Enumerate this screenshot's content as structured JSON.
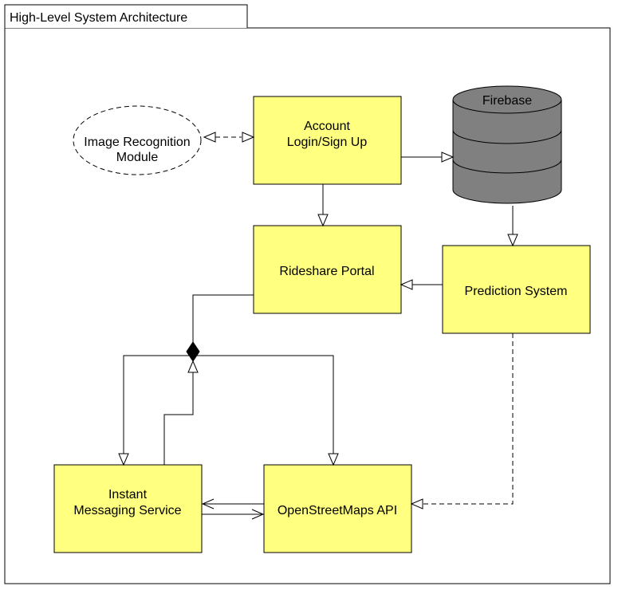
{
  "frame": {
    "title": "High-Level System Architecture"
  },
  "nodes": {
    "image_recognition": {
      "line1": "Image Recognition",
      "line2": "Module"
    },
    "account": {
      "line1": "Account",
      "line2": "Login/Sign Up"
    },
    "firebase": {
      "label": "Firebase"
    },
    "rideshare_portal": {
      "label": "Rideshare Portal"
    },
    "prediction_system": {
      "label": "Prediction System"
    },
    "instant_messaging": {
      "line1": "Instant",
      "line2": "Messaging Service"
    },
    "openstreetmaps": {
      "label": "OpenStreetMaps API"
    }
  },
  "colors": {
    "box_fill": "#ffff80",
    "database_fill": "#808080",
    "line": "#000000"
  }
}
